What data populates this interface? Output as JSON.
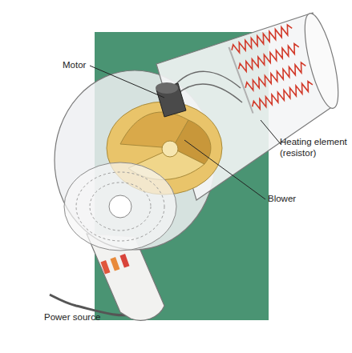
{
  "diagram": {
    "labels": [
      "Motor",
      "Heating element (resistor)",
      "Blower",
      "Power source"
    ]
  }
}
